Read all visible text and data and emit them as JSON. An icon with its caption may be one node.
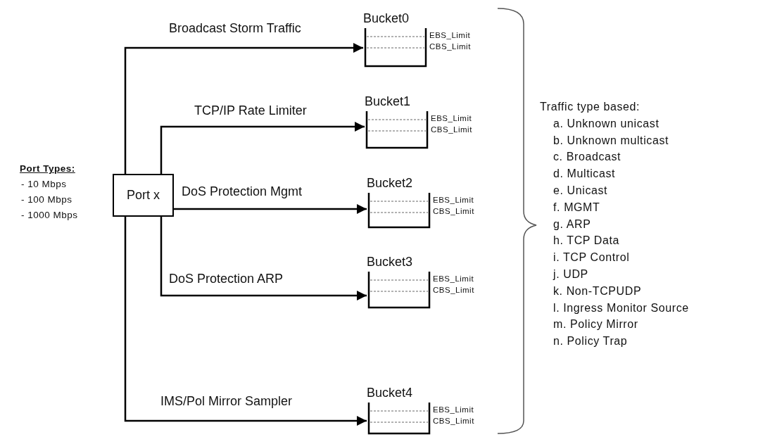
{
  "diagram": {
    "nodes": [
      {
        "text": [
          "Port x"
        ]
      },
      {
        "text": [
          "Bucket0"
        ],
        "beside": [
          "EBS_Limit",
          "CBS_Limit"
        ]
      },
      {
        "text": [
          "Bucket1"
        ],
        "beside": [
          "EBS_Limit",
          "CBS_Limit"
        ]
      },
      {
        "text": [
          "Bucket2"
        ],
        "beside": [
          "EBS_Limit",
          "CBS_Limit"
        ]
      },
      {
        "text": [
          "Bucket3"
        ],
        "beside": [
          "EBS_Limit",
          "CBS_Limit"
        ]
      },
      {
        "text": [
          "Bucket4"
        ],
        "beside": [
          "EBS_Limit",
          "CBS_Limit"
        ]
      }
    ],
    "edges": [
      {
        "from": 0,
        "to": 1,
        "arrow": "to",
        "label": "Broadcast Storm Traffic"
      },
      {
        "from": 0,
        "to": 2,
        "arrow": "to",
        "label": "TCP/IP Rate Limiter"
      },
      {
        "from": 0,
        "to": 3,
        "arrow": "to",
        "label": "DoS Protection Mgmt"
      },
      {
        "from": 0,
        "to": 4,
        "arrow": "to",
        "label": "DoS Protection ARP"
      },
      {
        "from": 0,
        "to": 5,
        "arrow": "to",
        "label": "IMS/Pol Mirror Sampler"
      }
    ],
    "labels": [
      "Port Types:",
      "- 10 Mbps",
      "- 100 Mbps",
      "- 1000 Mbps",
      "Traffic type based:",
      "a. Unknown unicast",
      "b. Unknown multicast",
      "c. Broadcast",
      "d. Multicast",
      "e. Unicast",
      "f. MGMT",
      "g. ARP",
      "h. TCP Data",
      "i. TCP Control",
      "j. UDP",
      "k. Non-TCPUDP",
      "l. Ingress Monitor Source",
      "m. Policy Mirror",
      "n. Policy Trap"
    ]
  }
}
